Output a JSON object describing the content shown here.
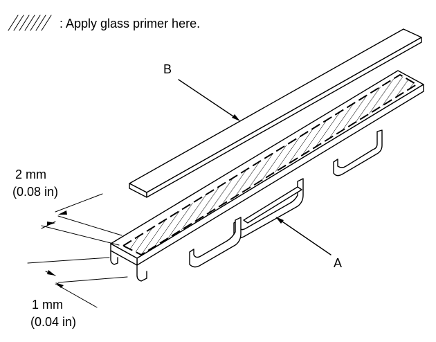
{
  "legend": {
    "text": ": Apply glass primer here."
  },
  "labels": {
    "part_a": "A",
    "part_b": "B"
  },
  "dimensions": {
    "top_mm": "2 mm",
    "top_in": "(0.08 in)",
    "bottom_mm": "1 mm",
    "bottom_in": "(0.04 in)"
  },
  "colors": {
    "line": "#000000",
    "background": "#ffffff"
  }
}
